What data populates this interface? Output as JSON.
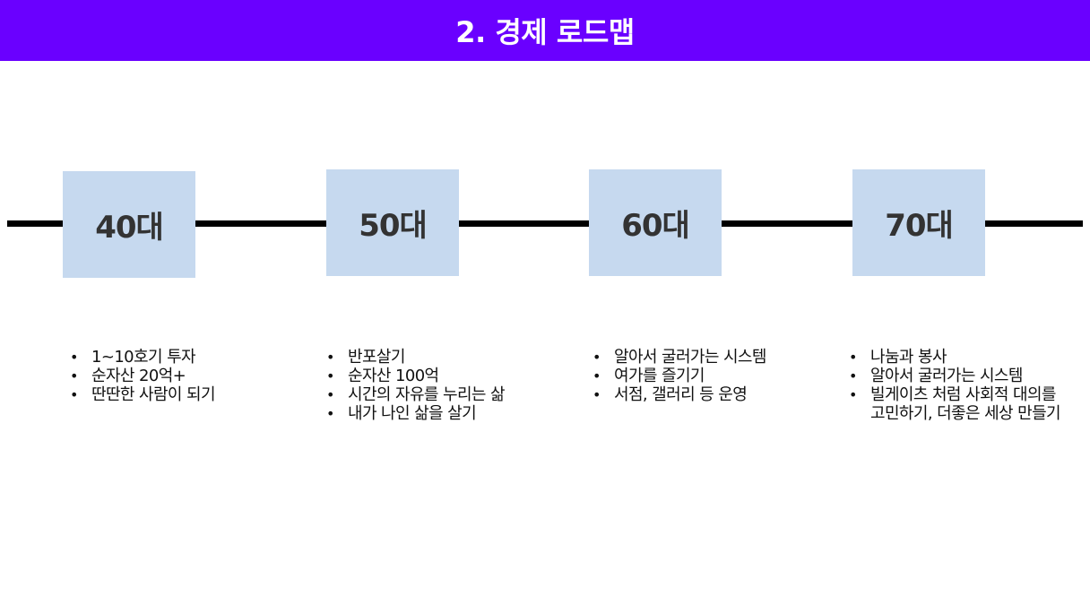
{
  "title": "2. 경제 로드맵",
  "colors": {
    "title_bar": "#6a00ff",
    "decade_box": "#c6d9ef",
    "timeline": "#000000"
  },
  "bullet_symbol": "•",
  "decades": [
    {
      "label": "40대",
      "items": [
        "1~10호기 투자",
        "순자산 20억+",
        "딴딴한 사람이 되기"
      ]
    },
    {
      "label": "50대",
      "items": [
        "반포살기",
        "순자산 100억",
        "시간의 자유를 누리는 삶",
        "내가 나인 삶을 살기"
      ]
    },
    {
      "label": "60대",
      "items": [
        "알아서 굴러가는 시스템",
        "여가를 즐기기",
        "서점, 갤러리 등 운영"
      ]
    },
    {
      "label": "70대",
      "items": [
        "나눔과 봉사",
        "알아서 굴러가는 시스템",
        "빌게이츠 처럼 사회적 대의를\n고민하기, 더좋은 세상 만들기"
      ]
    }
  ]
}
